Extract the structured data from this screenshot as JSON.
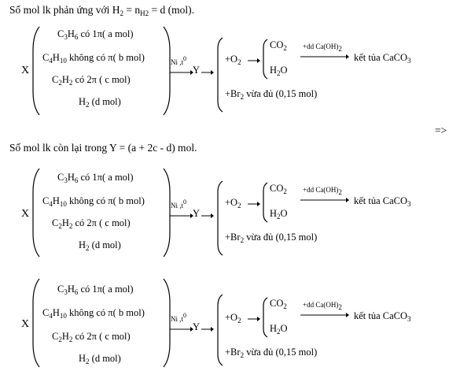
{
  "line1": {
    "pre": "Số mol lk  phản ứng với H",
    "sub1": "2",
    "mid": " = n",
    "sub2": "H2",
    "post": " = d (mol)."
  },
  "line2": {
    "text": "Số mol lk  còn lại trong Y = (a + 2c - d) mol."
  },
  "side_mark": "=>",
  "scheme": {
    "x_label": "X",
    "y_label": "Y",
    "reactants": [
      {
        "base": "C",
        "s1": "3",
        "mid": "H",
        "s2": "6",
        "desc": " có 1π( a mol)"
      },
      {
        "base": "C",
        "s1": "4",
        "mid": "H",
        "s2": "10",
        "desc": " không có π( b mol)"
      },
      {
        "base": "C",
        "s1": "2",
        "mid": "H",
        "s2": "2",
        "desc": " có 2π  ( c mol)"
      },
      {
        "base": "H",
        "s1": "2",
        "mid": "",
        "s2": "",
        "desc": " (d mol)"
      }
    ],
    "catalyst": "Ni ,t",
    "catalyst_sup": "0",
    "o2_pre": "+O",
    "o2_sub": "2",
    "co2_pre": "CO",
    "co2_sub": "2",
    "h2o_pre": "H",
    "h2o_sub": "2",
    "h2o_post": "O",
    "caoh_label": "+dd Ca(OH)",
    "caoh_sub": "2",
    "result_pre": "kết tủa CaCO",
    "result_sub": "3",
    "br_pre": "+Br",
    "br_sub": "2",
    "br_post": " vừa đủ (0,15 mol)"
  }
}
